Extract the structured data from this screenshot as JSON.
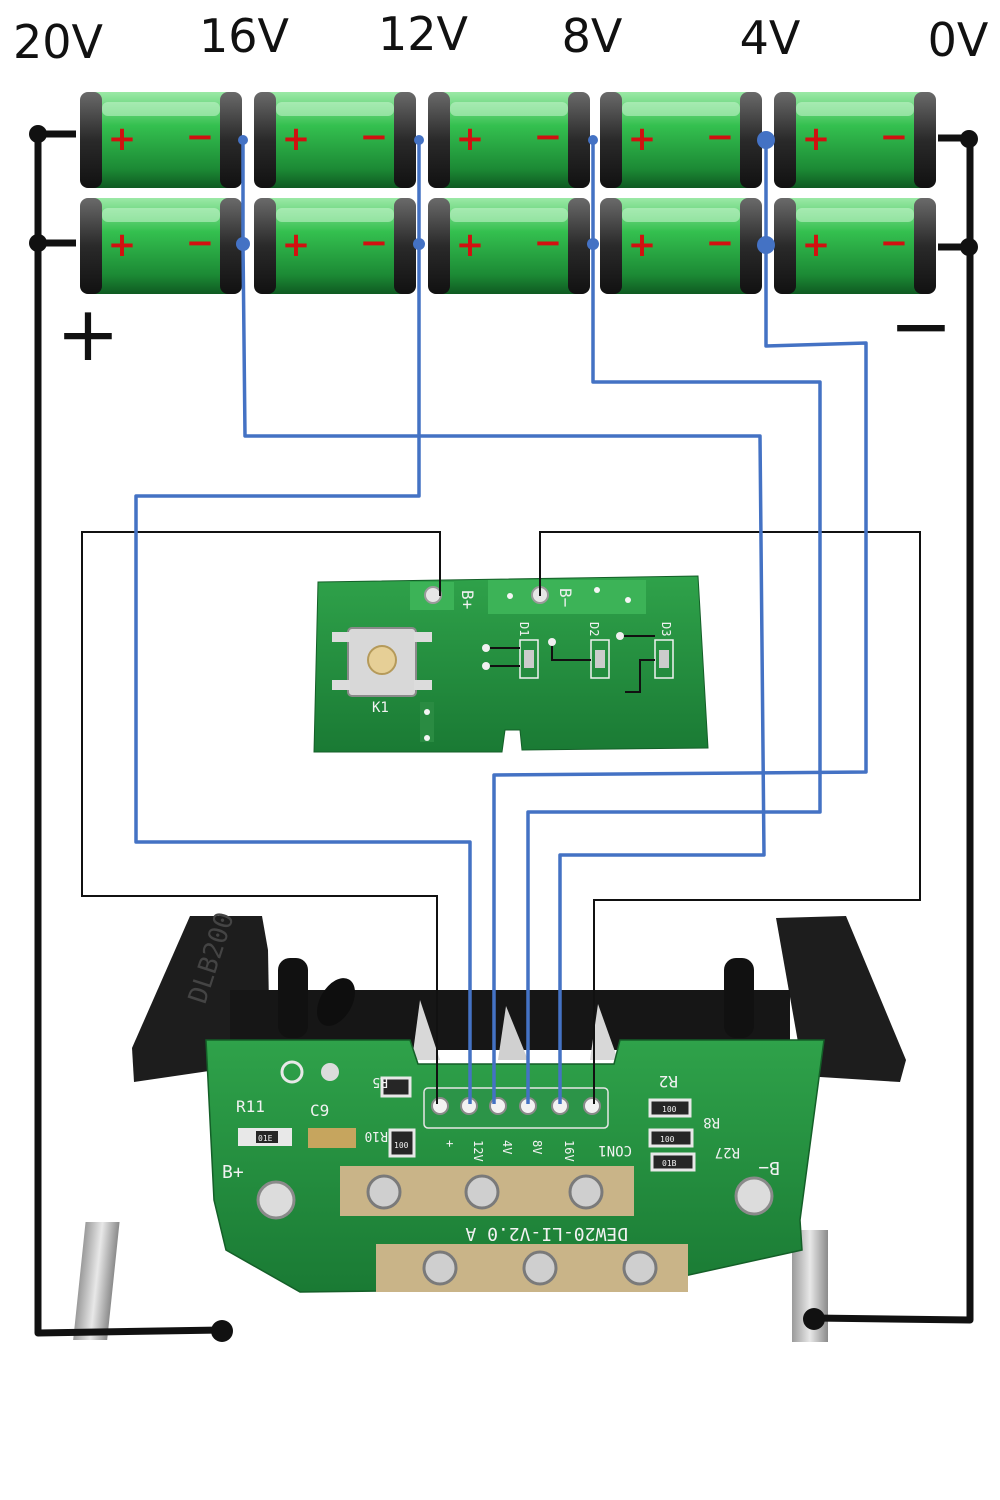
{
  "voltage_labels": [
    "20V",
    "16V",
    "12V",
    "8V",
    "4V",
    "0V"
  ],
  "pack_terminals": {
    "positive": "+",
    "negative": "−"
  },
  "cell_polarity": {
    "plus": "+",
    "minus": "−"
  },
  "colors": {
    "balance_wire": "#4472c4",
    "main_wire": "#111111",
    "pcb_green": "#1e8a3c",
    "cell_green": "#2fb24a",
    "polarity_red": "#d21010",
    "plastic_black": "#1a1a1a"
  },
  "small_board": {
    "pads": {
      "positive": "B+",
      "negative": "B−"
    },
    "button": "K1",
    "leds": [
      "D1",
      "D2",
      "D3"
    ]
  },
  "main_board": {
    "silkscreen": {
      "bplus": "B+",
      "bminus": "B−",
      "model": "DEW20-LI-V2.0 A",
      "connector": "CON1",
      "parts": [
        "R11",
        "C9",
        "R5",
        "R10",
        "R2",
        "R8",
        "R27"
      ],
      "smd_codes": [
        "100",
        "100",
        "01E",
        "100",
        "01B"
      ],
      "pin_labels": [
        "+",
        "12V",
        "4V",
        "8V",
        "16V"
      ],
      "holder_text": "DLB200"
    }
  }
}
